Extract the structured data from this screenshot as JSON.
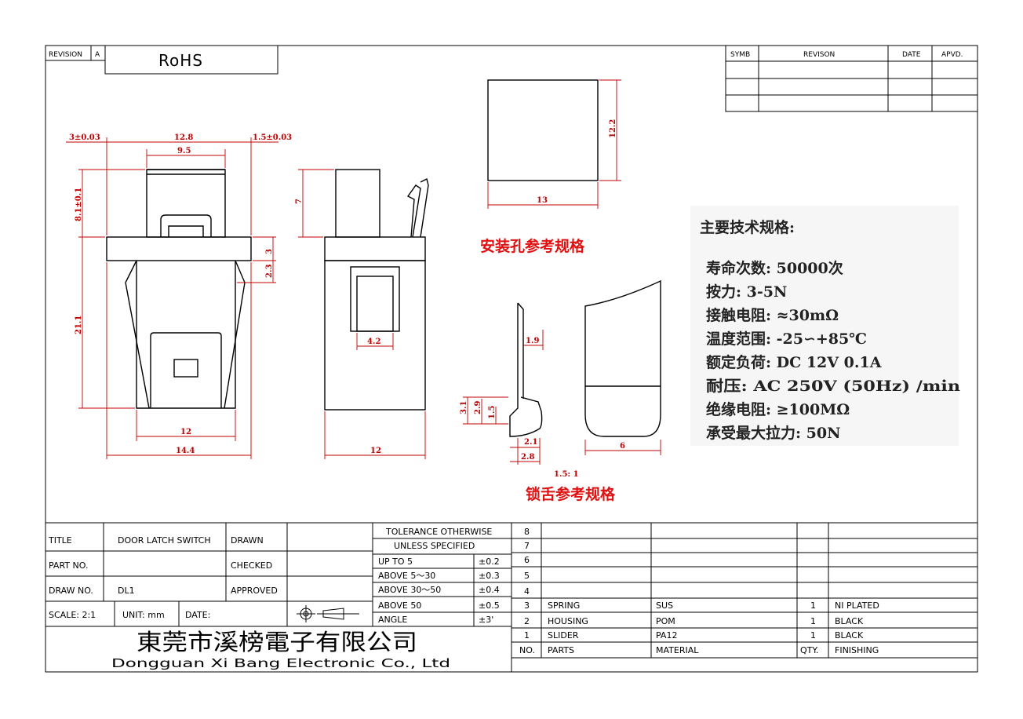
{
  "revision_box": {
    "label": "REVISION",
    "value": "A",
    "rohs": "RoHS"
  },
  "revision_table": {
    "headers": [
      "SYMB",
      "REVISON",
      "DATE",
      "APVD."
    ]
  },
  "dimensions": {
    "front": [
      "3±0.03",
      "12.8",
      "9.5",
      "1.5±0.03",
      "8.1±0.1",
      "21.1",
      "3",
      "2.3",
      "12",
      "14.4"
    ],
    "side": [
      "7",
      "4.2",
      "12"
    ],
    "hole": [
      "13",
      "12.2"
    ],
    "tongue": [
      "1.9",
      "3.1",
      "2.9",
      "1.5",
      "2.1",
      "2.8",
      "6",
      "1.5: 1"
    ]
  },
  "captions": {
    "hole": "安装孔参考规格",
    "tongue": "锁舌参考规格"
  },
  "specs": {
    "title": "主要技术规格:",
    "lines": [
      "寿命次数: 50000次",
      "按力: 3-5N",
      "接触电阻: ≈30mΩ",
      "温度范围: -25∽+85℃",
      "额定负荷: DC 12V 0.1A",
      "耐压: AC 250V (50Hz) /min",
      "绝缘电阻: ≥100MΩ",
      "承受最大拉力: 50N"
    ]
  },
  "title_block": {
    "title_label": "TITLE",
    "title_value": "DOOR LATCH SWITCH",
    "part_label": "PART NO.",
    "part_value": "",
    "draw_label": "DRAW NO.",
    "draw_value": "DL1",
    "scale": "SCALE: 2:1",
    "unit": "UNIT: mm",
    "date": "DATE:",
    "drawn": "DRAWN",
    "checked": "CHECKED",
    "approved": "APPROVED",
    "company_cn": "東莞市溪榜電子有限公司",
    "company_en": "Dongguan Xi Bang Electronic Co., Ltd"
  },
  "tolerance": {
    "header1": "TOLERANCE OTHERWISE",
    "header2": "UNLESS SPECIFIED",
    "rows": [
      {
        "range": "UP TO 5",
        "tol": "±0.2"
      },
      {
        "range": "ABOVE 5～30",
        "tol": "±0.3"
      },
      {
        "range": "ABOVE 30～50",
        "tol": "±0.4"
      },
      {
        "range": "ABOVE 50",
        "tol": "±0.5"
      },
      {
        "range": "ANGLE",
        "tol": "±3'"
      }
    ]
  },
  "bom": {
    "rows": [
      {
        "no": "8",
        "part": "",
        "material": "",
        "qty": "",
        "finish": ""
      },
      {
        "no": "7",
        "part": "",
        "material": "",
        "qty": "",
        "finish": ""
      },
      {
        "no": "6",
        "part": "",
        "material": "",
        "qty": "",
        "finish": ""
      },
      {
        "no": "5",
        "part": "",
        "material": "",
        "qty": "",
        "finish": ""
      },
      {
        "no": "4",
        "part": "",
        "material": "",
        "qty": "",
        "finish": ""
      },
      {
        "no": "3",
        "part": "SPRING",
        "material": "SUS",
        "qty": "1",
        "finish": "NI PLATED"
      },
      {
        "no": "2",
        "part": "HOUSING",
        "material": "POM",
        "qty": "1",
        "finish": "BLACK"
      },
      {
        "no": "1",
        "part": "SLIDER",
        "material": "PA12",
        "qty": "1",
        "finish": "BLACK"
      }
    ],
    "header": {
      "no": "NO.",
      "part": "PARTS",
      "material": "MATERIAL",
      "qty": "QTY.",
      "finish": "FINISHING"
    }
  }
}
